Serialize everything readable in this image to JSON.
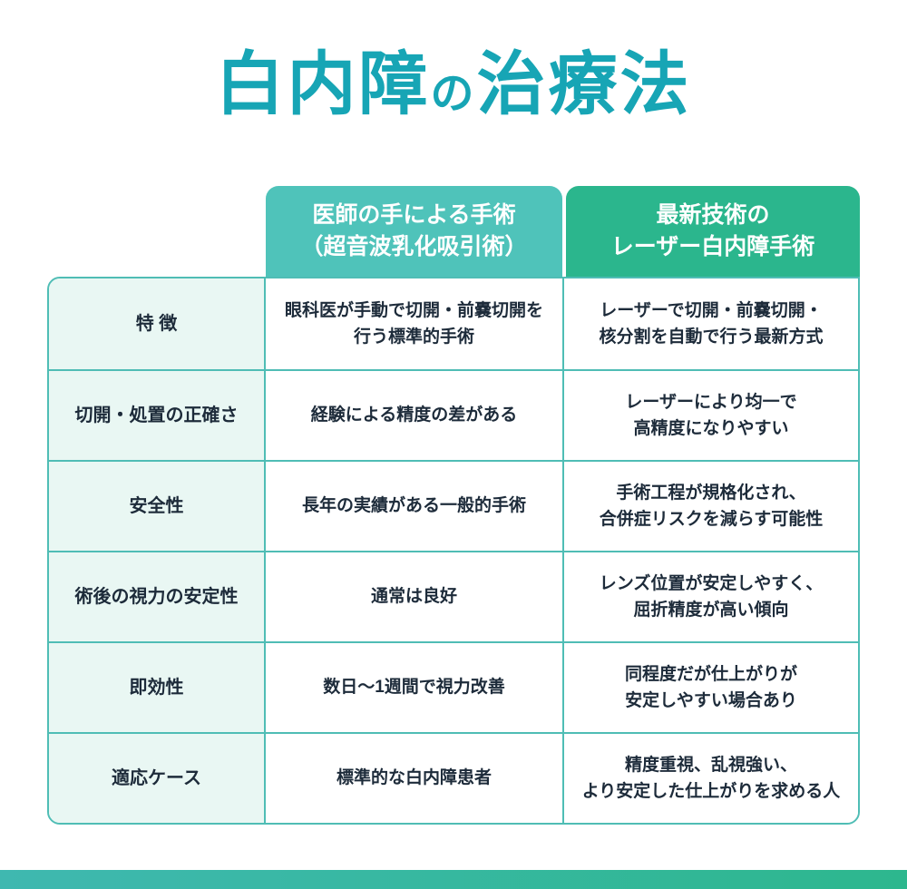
{
  "title": {
    "part1": "白内障",
    "part2": "の",
    "part3": "治療法"
  },
  "table": {
    "headers": [
      {
        "text": "医師の手による手術\n（超音波乳化吸引術）"
      },
      {
        "text": "最新技術の\nレーザー白内障手術"
      }
    ],
    "rows": [
      {
        "label": "特 徴",
        "manual": "眼科医が手動で切開・前嚢切開を\n行う標準的手術",
        "laser": "レーザーで切開・前嚢切開・\n核分割を自動で行う最新方式"
      },
      {
        "label": "切開・処置の正確さ",
        "manual": "経験による精度の差がある",
        "laser": "レーザーにより均一で\n高精度になりやすい"
      },
      {
        "label": "安全性",
        "manual": "長年の実績がある一般的手術",
        "laser": "手術工程が規格化され、\n合併症リスクを減らす可能性"
      },
      {
        "label": "術後の視力の安定性",
        "manual": "通常は良好",
        "laser": "レンズ位置が安定しやすく、\n屈折精度が高い傾向"
      },
      {
        "label": "即効性",
        "manual": "数日〜1週間で視力改善",
        "laser": "同程度だが仕上がりが\n安定しやすい場合あり"
      },
      {
        "label": "適応ケース",
        "manual": "標準的な白内障患者",
        "laser": "精度重視、乱視強い、\nより安定した仕上がりを求める人"
      }
    ]
  },
  "colors": {
    "title_teal": "#17A5B5",
    "header_manual_bg": "#4FC3BA",
    "header_laser_bg": "#2BB68D",
    "row_label_bg": "#E9F7F3",
    "border": "#4FBDB5",
    "body_text": "#1D2B3A",
    "footer_gradient_start": "#3FB8B0",
    "footer_gradient_end": "#2DB78E"
  },
  "chart_data": {
    "type": "table",
    "title": "白内障の治療法",
    "columns": [
      "",
      "医師の手による手術（超音波乳化吸引術）",
      "最新技術のレーザー白内障手術"
    ],
    "rows": [
      [
        "特 徴",
        "眼科医が手動で切開・前嚢切開を行う標準的手術",
        "レーザーで切開・前嚢切開・核分割を自動で行う最新方式"
      ],
      [
        "切開・処置の正確さ",
        "経験による精度の差がある",
        "レーザーにより均一で高精度になりやすい"
      ],
      [
        "安全性",
        "長年の実績がある一般的手術",
        "手術工程が規格化され、合併症リスクを減らす可能性"
      ],
      [
        "術後の視力の安定性",
        "通常は良好",
        "レンズ位置が安定しやすく、屈折精度が高い傾向"
      ],
      [
        "即効性",
        "数日〜1週間で視力改善",
        "同程度だが仕上がりが安定しやすい場合あり"
      ],
      [
        "適応ケース",
        "標準的な白内障患者",
        "精度重視、乱視強い、より安定した仕上がりを求める人"
      ]
    ],
    "legend_position": "none",
    "grid": true
  }
}
